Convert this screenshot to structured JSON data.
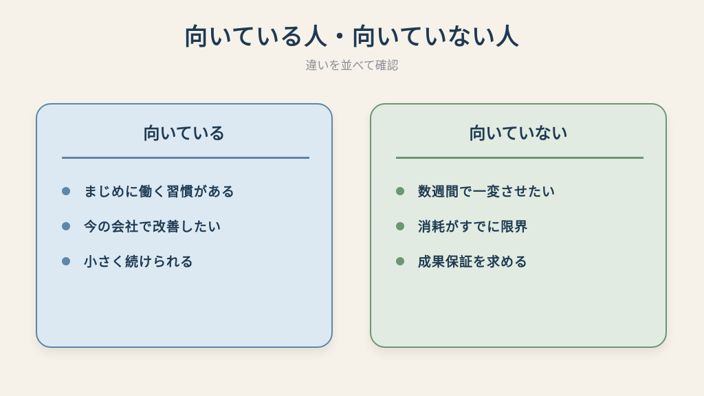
{
  "header": {
    "title": "向いている人・向いていない人",
    "subtitle": "違いを並べて確認"
  },
  "left_panel": {
    "heading": "向いている",
    "items": [
      {
        "text": "まじめに働く習慣がある"
      },
      {
        "text": "今の会社で改善したい"
      },
      {
        "text": "小さく続けられる"
      }
    ]
  },
  "right_panel": {
    "heading": "向いていない",
    "items": [
      {
        "text": "数週間で一変させたい"
      },
      {
        "text": "消耗がすでに限界"
      },
      {
        "text": "成果保証を求める"
      }
    ]
  },
  "colors": {
    "background": "#f6f2ea",
    "text": "#1f3a52",
    "left_accent": "#5e86a8",
    "left_fill": "#dce9f2",
    "right_accent": "#6d9672",
    "right_fill": "#e1ebe1"
  }
}
